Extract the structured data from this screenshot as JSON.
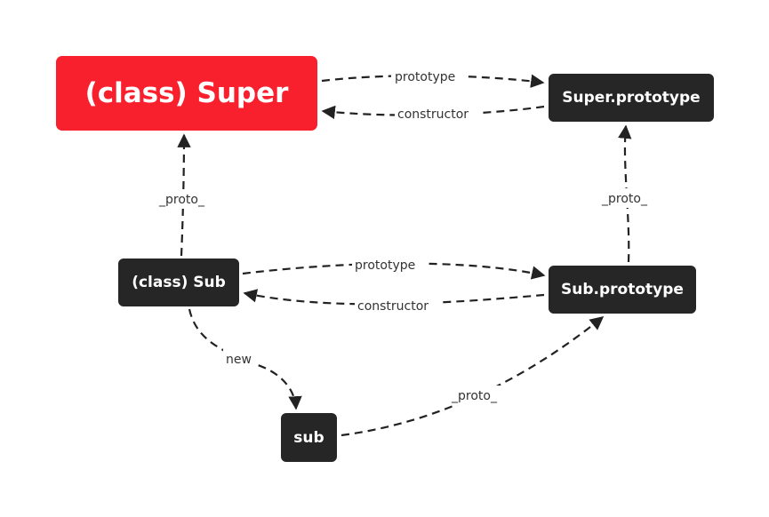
{
  "nodes": {
    "super": {
      "label": "(class) Super",
      "color": "#f9202e"
    },
    "super_prototype": {
      "label": "Super.prototype",
      "color": "#262626"
    },
    "sub": {
      "label": "(class) Sub",
      "color": "#262626"
    },
    "sub_prototype": {
      "label": "Sub.prototype",
      "color": "#262626"
    },
    "instance": {
      "label": "sub",
      "color": "#262626"
    }
  },
  "edges": {
    "super_prototype": {
      "from": "(class) Super",
      "to": "Super.prototype",
      "label": "prototype"
    },
    "super_constructor": {
      "from": "Super.prototype",
      "to": "(class) Super",
      "label": "constructor"
    },
    "sub_proto_super": {
      "from": "(class) Sub",
      "to": "(class) Super",
      "label": "_proto_"
    },
    "subproto_proto_superproto": {
      "from": "Sub.prototype",
      "to": "Super.prototype",
      "label": "_proto_"
    },
    "sub_prototype": {
      "from": "(class) Sub",
      "to": "Sub.prototype",
      "label": "prototype"
    },
    "sub_constructor": {
      "from": "Sub.prototype",
      "to": "(class) Sub",
      "label": "constructor"
    },
    "sub_new": {
      "from": "(class) Sub",
      "to": "sub",
      "label": "new"
    },
    "instance_proto": {
      "from": "sub",
      "to": "Sub.prototype",
      "label": "_proto_"
    }
  },
  "style": {
    "edge_color": "#222222",
    "label_color": "#333333"
  }
}
